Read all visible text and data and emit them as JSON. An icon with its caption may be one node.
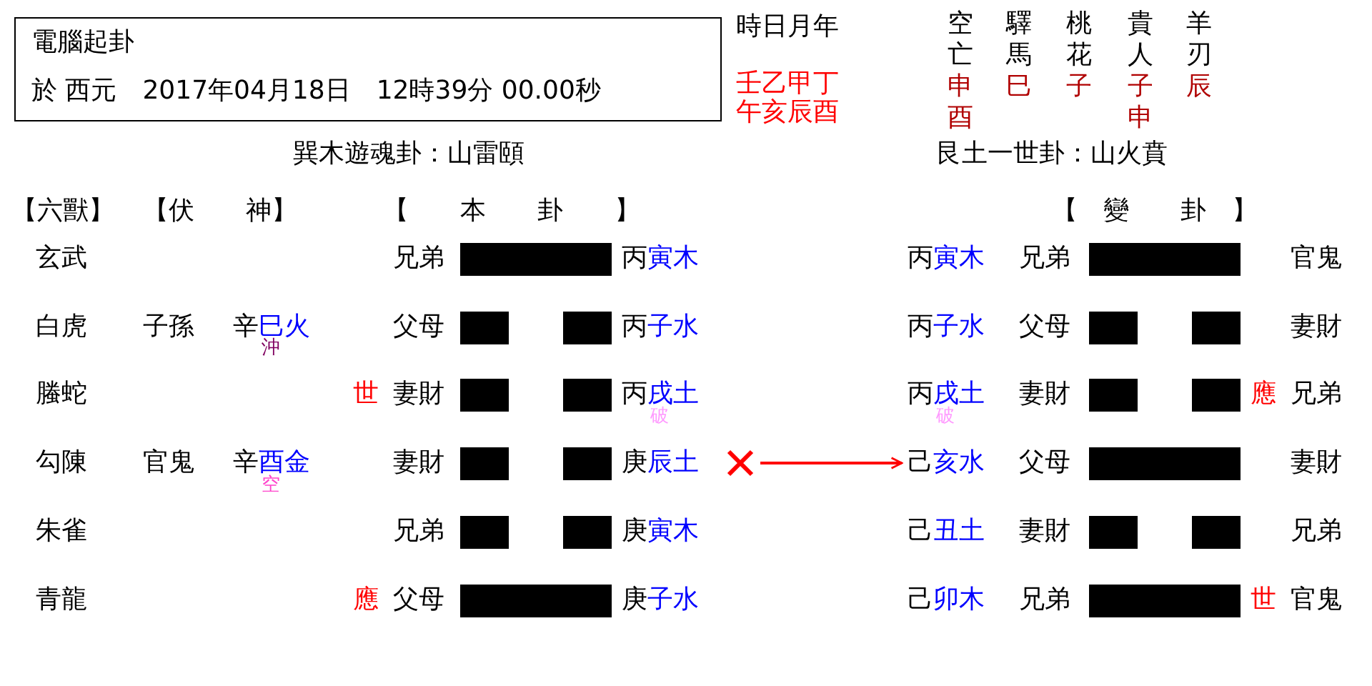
{
  "diagram": {
    "nodes": [
      {
        "text": [
          "電腦起卦",
          "於 西元　2017年04月18日　12時39分 00.00秒"
        ]
      },
      {
        "text": [],
        "shape": "cross"
      },
      {
        "text": [
          "己亥水"
        ]
      }
    ],
    "edges": [
      {
        "from": 1,
        "to": 2,
        "arrow": "to",
        "color": "#ff0000"
      }
    ],
    "labels": [
      "時日月年",
      "壬乙甲丁",
      "午亥辰酉",
      "空亡",
      "驛馬",
      "桃花",
      "貴人",
      "羊刃",
      "申酉",
      "巳",
      "子",
      "子申",
      "辰",
      "巽木遊魂卦：山雷頤",
      "艮土一世卦：山火賁",
      "【六獸】",
      "【伏　　神】",
      "【　　本　　卦　　】",
      "【　變　　卦　】",
      "玄武",
      "兄弟",
      "丙寅木",
      "丙寅木",
      "兄弟",
      "官鬼",
      "白虎",
      "子孫",
      "辛巳火",
      "沖",
      "父母",
      "丙子水",
      "丙子水",
      "父母",
      "妻財",
      "螣蛇",
      "世",
      "妻財",
      "丙戌土",
      "破",
      "丙戌土",
      "破",
      "妻財",
      "應",
      "兄弟",
      "勾陳",
      "官鬼",
      "辛酉金",
      "空",
      "妻財",
      "庚辰土",
      "父母",
      "妻財",
      "朱雀",
      "兄弟",
      "庚寅木",
      "己丑土",
      "妻財",
      "兄弟",
      "青龍",
      "應",
      "父母",
      "庚子水",
      "己卯木",
      "兄弟",
      "世",
      "官鬼"
    ]
  }
}
